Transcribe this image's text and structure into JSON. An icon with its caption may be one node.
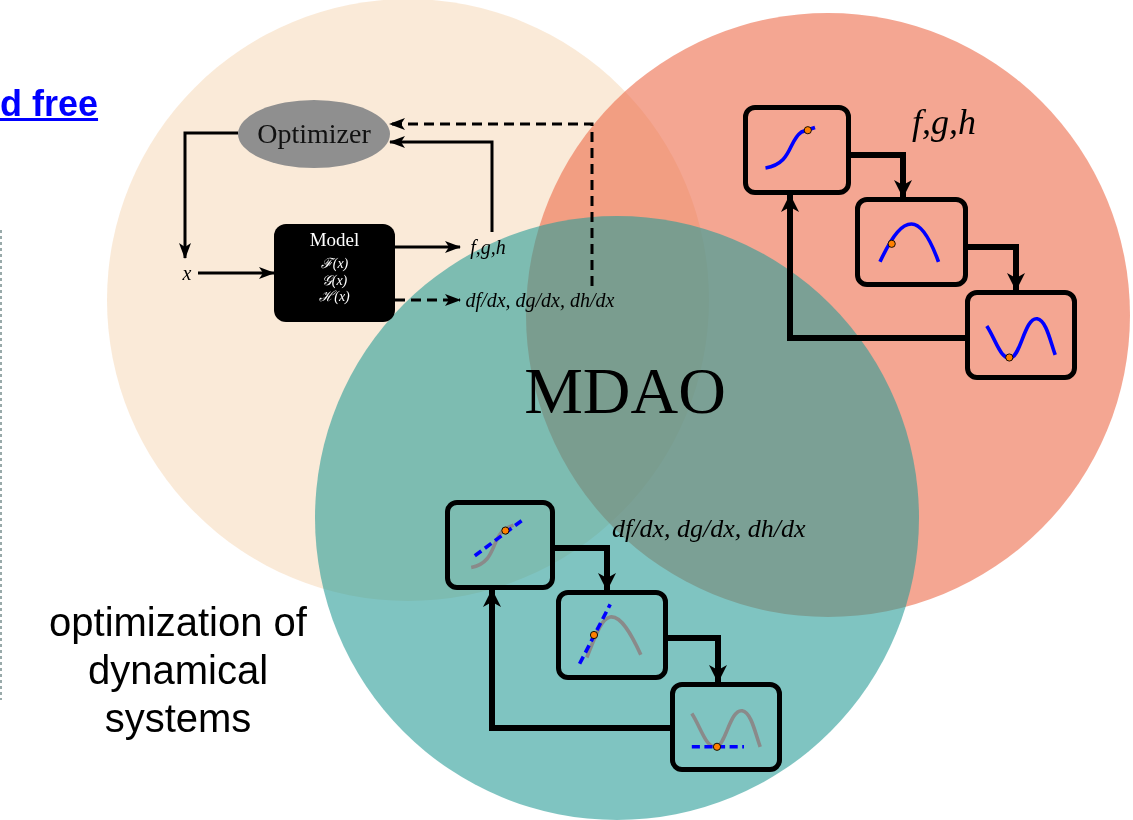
{
  "diagram": {
    "nodes": [
      {
        "text": [
          "Optimizer"
        ]
      },
      {
        "text": [
          "x"
        ]
      },
      {
        "text": [
          "Model",
          "ℱ(x)",
          "𝒢(x)",
          "ℋ(x)"
        ]
      },
      {
        "text": [
          "f,g,h"
        ]
      },
      {
        "text": [
          "df/dx, dg/dx, dh/dx"
        ]
      },
      {
        "text": [],
        "shape": "box"
      },
      {
        "text": [],
        "shape": "box"
      },
      {
        "text": [],
        "shape": "box"
      },
      {
        "text": [],
        "shape": "box"
      },
      {
        "text": [],
        "shape": "box"
      },
      {
        "text": [],
        "shape": "box"
      }
    ],
    "edges": [
      {
        "from": 0,
        "to": 1,
        "arrow": "to"
      },
      {
        "from": 1,
        "to": 2,
        "arrow": "to"
      },
      {
        "from": 2,
        "to": 3,
        "arrow": "to"
      },
      {
        "from": 3,
        "to": 0,
        "arrow": "to"
      },
      {
        "from": 2,
        "to": 4,
        "arrow": "to",
        "style": "dashed"
      },
      {
        "from": 4,
        "to": 0,
        "arrow": "to",
        "style": "dashed"
      },
      {
        "from": 5,
        "to": 6,
        "arrow": "to",
        "style": "thick"
      },
      {
        "from": 6,
        "to": 7,
        "arrow": "to",
        "style": "thick"
      },
      {
        "from": 7,
        "to": 5,
        "arrow": "to",
        "style": "thick"
      },
      {
        "from": 8,
        "to": 9,
        "arrow": "to",
        "style": "thick"
      },
      {
        "from": 9,
        "to": 10,
        "arrow": "to",
        "style": "thick"
      },
      {
        "from": 10,
        "to": 8,
        "arrow": "to",
        "style": "thick"
      }
    ],
    "labels": [
      "d free",
      "f,g,h",
      "MDAO",
      "df/dx, dg/dx, dh/dx",
      "optimization of dynamical systems"
    ]
  }
}
